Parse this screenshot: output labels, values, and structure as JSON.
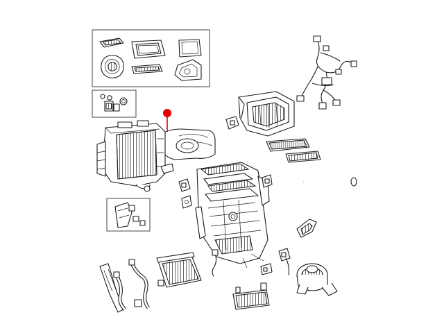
{
  "diagram": {
    "colors": {
      "line": "#1a1a1a",
      "callout_marker": "#e00000",
      "background": "#ffffff"
    },
    "callout": {
      "shape": "filled-circle-with-leader",
      "color": "#e00000"
    },
    "parts": [
      "gasket-kit",
      "expansion-valve-kit",
      "hvac-housing-evaporator",
      "wiring-harness",
      "blower-inlet-housing",
      "cabin-air-filter",
      "drain-hose",
      "main-hvac-housing",
      "actuator-kit",
      "small-actuators",
      "air-duct-seal",
      "heater-hoses",
      "heater-core",
      "temperature-sensor",
      "resistor",
      "blower-motor",
      "ptc-heater"
    ]
  }
}
